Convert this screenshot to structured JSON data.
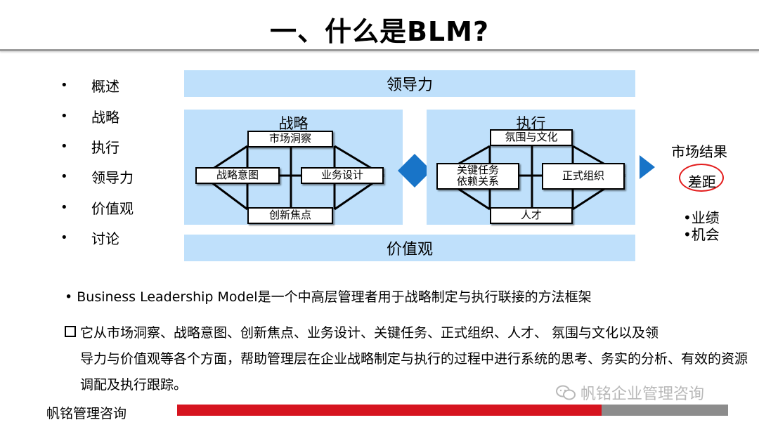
{
  "header": {
    "title": "一、什么是BLM?"
  },
  "agenda": [
    {
      "bullet": "•",
      "label": "概述"
    },
    {
      "bullet": "•",
      "label": "战略"
    },
    {
      "bullet": "•",
      "label": "执行"
    },
    {
      "bullet": "•",
      "label": "领导力"
    },
    {
      "bullet": "•",
      "label": "价值观"
    },
    {
      "bullet": "•",
      "label": "讨论"
    }
  ],
  "model": {
    "top_band": "领导力",
    "bottom_band": "价值观",
    "strategy": {
      "title": "战略",
      "top": "市场洞察",
      "left": "战略意图",
      "right": "业务设计",
      "bottom": "创新焦点"
    },
    "execution": {
      "title": "执行",
      "top": "氛围与文化",
      "left": "关键任务依赖关系",
      "right": "正式组织",
      "bottom": "人才"
    },
    "result": {
      "title": "市场结果",
      "gap": "差距",
      "items": [
        "•业绩",
        "•机会"
      ]
    },
    "colors": {
      "panel": "#bfe0fb",
      "connector": "#1874c8",
      "gap_ring": "#e31d1d"
    }
  },
  "description": {
    "line1": "• Business Leadership Model是一个中高层管理者用于战略制定与执行联接的方法框架",
    "para_first": "它从市场洞察、战略意图、创新焦点、业务设计、关键任务、正式组织、人才、 氛围与文化以及领",
    "para_rest": "导力与价值观等各个方面，帮助管理层在企业战略制定与执行的过程中进行系统的思考、务实的分析、有效的资源调配及执行跟踪。"
  },
  "watermark": {
    "text": "帆铭企业管理咨询",
    "icon": "wechat-icon"
  },
  "footer": {
    "name": "帆铭管理咨询",
    "colors": {
      "red": "#d6141f",
      "gray": "#8c8c8c"
    }
  }
}
